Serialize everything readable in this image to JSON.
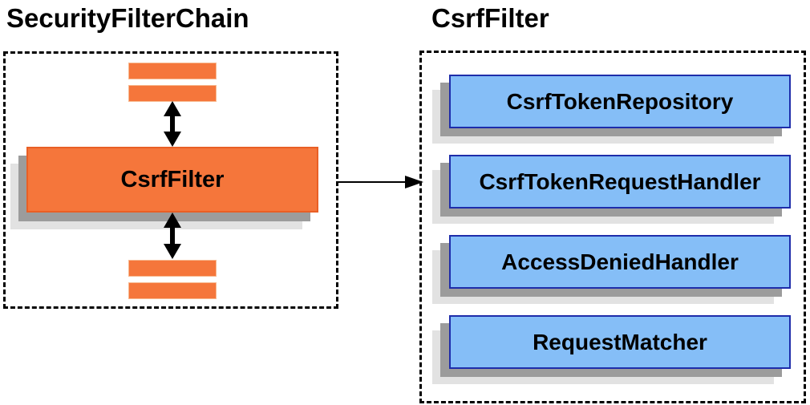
{
  "titles": {
    "left": "SecurityFilterChain",
    "right": "CsrfFilter"
  },
  "left_panel": {
    "main_box_label": "CsrfFilter"
  },
  "right_panel": {
    "components": [
      {
        "label": "CsrfTokenRepository"
      },
      {
        "label": "CsrfTokenRequestHandler"
      },
      {
        "label": "AccessDeniedHandler"
      },
      {
        "label": "RequestMatcher"
      }
    ]
  },
  "icons": {
    "top_bidirectional_arrow": "↕",
    "bottom_bidirectional_arrow": "↕",
    "flow_arrow": "→"
  },
  "colors": {
    "orange_fill": "#f5763b",
    "orange_border": "#e95f25",
    "orange_bar_border": "#f7b990",
    "blue_fill": "#85bef7",
    "blue_border": "#1e2daa",
    "shadow_dark": "#9c9c9c",
    "shadow_light": "#e2e2e2",
    "arrow_black": "#000000"
  }
}
